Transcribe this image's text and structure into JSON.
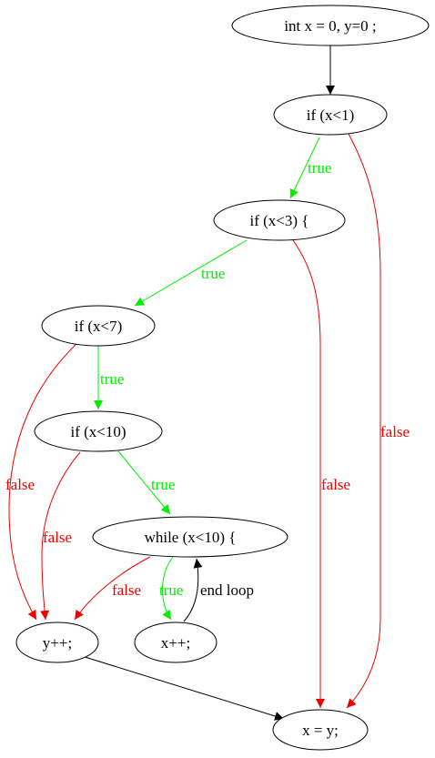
{
  "colors": {
    "true": "#00ee00",
    "false": "#ee0000",
    "plain": "#000000"
  },
  "nodes": {
    "init": {
      "label": "int x = 0, y=0 ;"
    },
    "if1": {
      "label": "if (x<1)"
    },
    "if3": {
      "label": "if (x<3) {"
    },
    "if7": {
      "label": "if (x<7)"
    },
    "if10": {
      "label": "if (x<10)"
    },
    "while10": {
      "label": "while (x<10) {"
    },
    "yinc": {
      "label": "y++;"
    },
    "xinc": {
      "label": "x++;"
    },
    "assign": {
      "label": "x = y;"
    }
  },
  "edges": {
    "init_if1": {
      "label": ""
    },
    "if1_if3": {
      "label": "true"
    },
    "if1_assign": {
      "label": "false"
    },
    "if3_if7": {
      "label": "true"
    },
    "if3_assign": {
      "label": "false"
    },
    "if7_if10": {
      "label": "true"
    },
    "if7_yinc": {
      "label": "false"
    },
    "if10_while": {
      "label": "true"
    },
    "if10_yinc": {
      "label": "false"
    },
    "while_yinc": {
      "label": "false"
    },
    "while_xinc": {
      "label": "true"
    },
    "xinc_while": {
      "label": "end loop"
    },
    "yinc_assign": {
      "label": ""
    }
  }
}
